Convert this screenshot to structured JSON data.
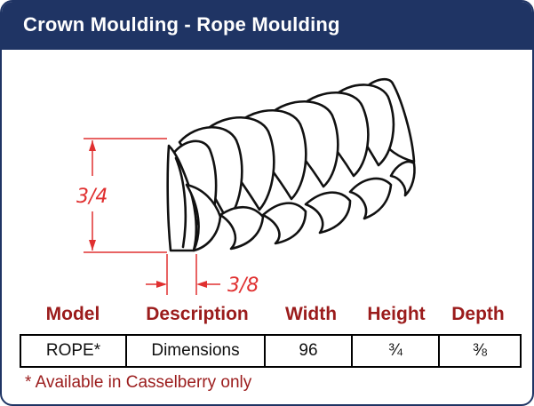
{
  "header": {
    "title": "Crown Moulding - Rope Moulding"
  },
  "drawing": {
    "height_dim": "3/4",
    "depth_dim": "3/8"
  },
  "table": {
    "headers": [
      "Model",
      "Description",
      "Width",
      "Height",
      "Depth"
    ],
    "row": [
      "ROPE*",
      "Dimensions",
      "96",
      "¾",
      "⅜"
    ]
  },
  "footnote": "* Available in Casselberry only",
  "colors": {
    "header_bg": "#1f3464",
    "header_text": "#ffffff",
    "accent_red": "#9b1c1c",
    "dimension_red": "#e03030"
  }
}
